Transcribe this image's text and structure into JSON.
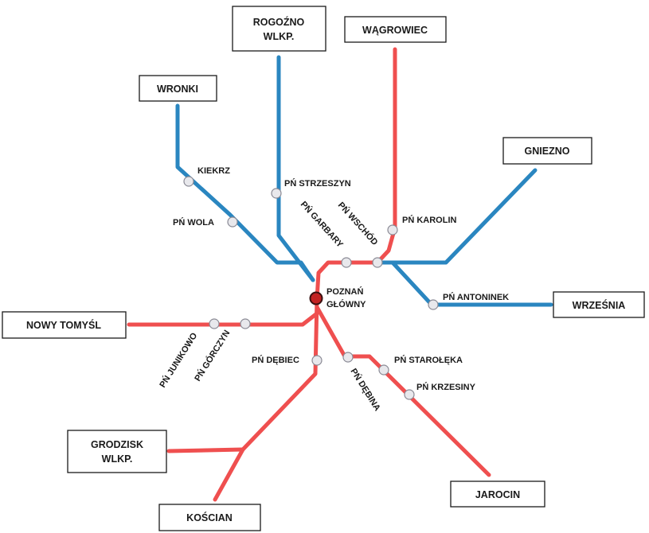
{
  "colors": {
    "blue_line": "#2a86c0",
    "red_line": "#ef4f4f",
    "hub_fill": "#c22222"
  },
  "terminals": {
    "rogozno": [
      "ROGOŹNO",
      "WLKP."
    ],
    "wagrowiec": "WĄGROWIEC",
    "wronki": "WRONKI",
    "gniezno": "GNIEZNO",
    "wrzesnia": "WRZEŚNIA",
    "nowy_tomysl": "NOWY TOMYŚL",
    "grodzisk": [
      "GRODZISK",
      "WLKP."
    ],
    "koscian": "KOŚCIAN",
    "jarocin": "JAROCIN"
  },
  "stations": {
    "kiekrz": "KIEKRZ",
    "wola": "PŃ WOLA",
    "strzeszyn": "PŃ STRZESZYN",
    "garbary": "PŃ GARBARY",
    "wschod": "PŃ WSCHÓD",
    "karolin": "PŃ KAROLIN",
    "antoninek": "PŃ ANTONINEK",
    "glowny": [
      "POZNAŃ",
      "GŁÓWNY"
    ],
    "junikowo": "PŃ JUNIKOWO",
    "gorczyn": "PŃ GÓRCZYN",
    "debiec": "PŃ DĘBIEC",
    "debina": "PŃ DĘBINA",
    "starolecka": "PŃ STAROŁĘKA",
    "krzesiny": "PŃ KRZESINY"
  }
}
